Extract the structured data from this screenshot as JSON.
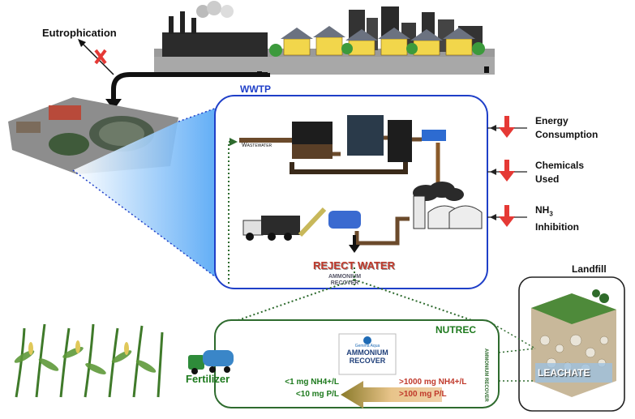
{
  "top": {
    "eutrophication": "Eutrophication"
  },
  "wwtp": {
    "title": "WWTP",
    "wastewater": "Wastewater",
    "reject_water": "REJECT WATER",
    "logo_top": "AMMONIUM",
    "logo_bottom": "RECOVER"
  },
  "impacts": [
    {
      "line1": "Energy",
      "line2": "Consumption"
    },
    {
      "line1": "Chemicals",
      "line2": "Used"
    },
    {
      "line1": "NH",
      "sub": "3",
      "line2": "Inhibition"
    }
  ],
  "landfill": {
    "title": "Landfill",
    "leachate": "LEACHATE",
    "side_label": "AMMONIUM RECOVER"
  },
  "nutrec": {
    "title": "NUTREC",
    "fertilizer": "Fertilizer",
    "logo_brand": "Gemma Aqua",
    "logo_line1": "AMMONIUM",
    "logo_line2": "RECOVER",
    "out_nh4": "<1 mg NH4+/L",
    "out_p": "<10 mg P/L",
    "in_nh4": ">1000 mg NH4+/L",
    "in_p": ">100 mg P/L"
  },
  "colors": {
    "wwtp_border": "#1f3fc8",
    "nutrec_border": "#2e6b2e",
    "green_text": "#1e7a1e",
    "red_text": "#c0392b",
    "arrow_red": "#e53935"
  }
}
